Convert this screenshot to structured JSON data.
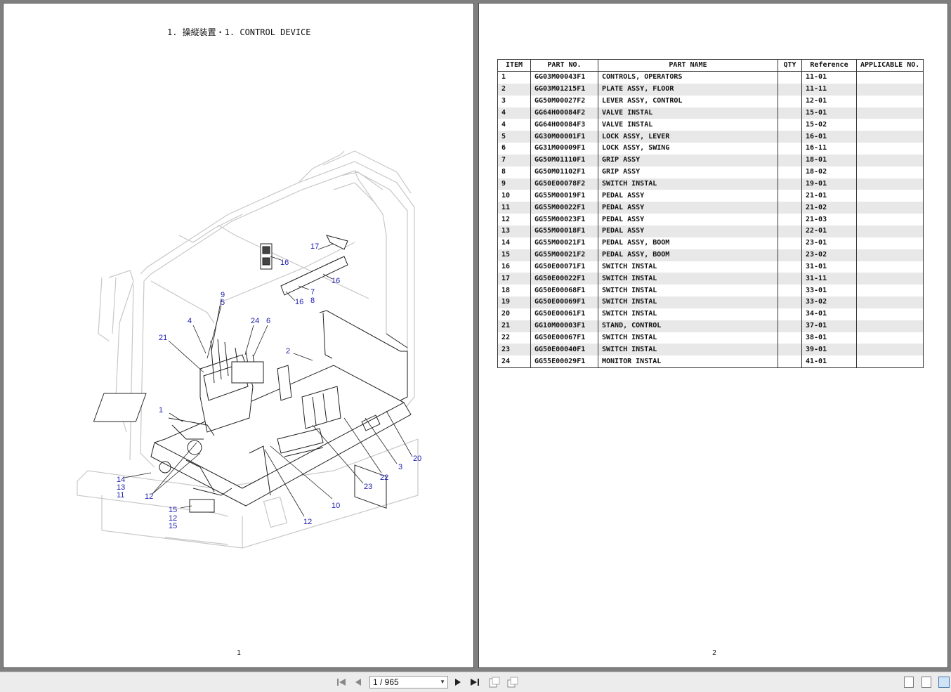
{
  "left_page": {
    "title": "1. 操縦装置・1. CONTROL DEVICE",
    "page_number": "1",
    "callouts": [
      "17",
      "16",
      "16",
      "16",
      "7",
      "8",
      "9",
      "5",
      "4",
      "24",
      "6",
      "21",
      "2",
      "1",
      "20",
      "3",
      "22",
      "23",
      "10",
      "12",
      "14",
      "13",
      "11",
      "12",
      "15"
    ]
  },
  "right_page": {
    "page_number": "2",
    "columns": [
      "ITEM",
      "PART NO.",
      "PART NAME",
      "QTY",
      "Reference",
      "APPLICABLE NO."
    ],
    "rows": [
      [
        "1",
        "GG03M00043F1",
        "CONTROLS, OPERATORS",
        "",
        "11-01",
        ""
      ],
      [
        "2",
        "GG03M01215F1",
        "PLATE ASSY, FLOOR",
        "",
        "11-11",
        ""
      ],
      [
        "3",
        "GG50M00027F2",
        "LEVER ASSY, CONTROL",
        "",
        "12-01",
        ""
      ],
      [
        "4",
        "GG64H00084F2",
        "VALVE INSTAL",
        "",
        "15-01",
        ""
      ],
      [
        "4",
        "GG64H00084F3",
        "VALVE INSTAL",
        "",
        "15-02",
        ""
      ],
      [
        "5",
        "GG30M00001F1",
        "LOCK ASSY, LEVER",
        "",
        "16-01",
        ""
      ],
      [
        "6",
        "GG31M00009F1",
        "LOCK ASSY, SWING",
        "",
        "16-11",
        ""
      ],
      [
        "7",
        "GG50M01110F1",
        "GRIP ASSY",
        "",
        "18-01",
        ""
      ],
      [
        "8",
        "GG50M01102F1",
        "GRIP ASSY",
        "",
        "18-02",
        ""
      ],
      [
        "9",
        "GG50E00078F2",
        "SWITCH INSTAL",
        "",
        "19-01",
        ""
      ],
      [
        "10",
        "GG55M00019F1",
        "PEDAL ASSY",
        "",
        "21-01",
        ""
      ],
      [
        "11",
        "GG55M00022F1",
        "PEDAL ASSY",
        "",
        "21-02",
        ""
      ],
      [
        "12",
        "GG55M00023F1",
        "PEDAL ASSY",
        "",
        "21-03",
        ""
      ],
      [
        "13",
        "GG55M00018F1",
        "PEDAL ASSY",
        "",
        "22-01",
        ""
      ],
      [
        "14",
        "GG55M00021F1",
        "PEDAL ASSY, BOOM",
        "",
        "23-01",
        ""
      ],
      [
        "15",
        "GG55M00021F2",
        "PEDAL ASSY, BOOM",
        "",
        "23-02",
        ""
      ],
      [
        "16",
        "GG50E00071F1",
        "SWITCH INSTAL",
        "",
        "31-01",
        ""
      ],
      [
        "17",
        "GG50E00022F1",
        "SWITCH INSTAL",
        "",
        "31-11",
        ""
      ],
      [
        "18",
        "GG50E00068F1",
        "SWITCH INSTAL",
        "",
        "33-01",
        ""
      ],
      [
        "19",
        "GG50E00069F1",
        "SWITCH INSTAL",
        "",
        "33-02",
        ""
      ],
      [
        "20",
        "GG50E00061F1",
        "SWITCH INSTAL",
        "",
        "34-01",
        ""
      ],
      [
        "21",
        "GG10M00003F1",
        "STAND, CONTROL",
        "",
        "37-01",
        ""
      ],
      [
        "22",
        "GG50E00067F1",
        "SWITCH INSTAL",
        "",
        "38-01",
        ""
      ],
      [
        "23",
        "GG50E00040F1",
        "SWITCH INSTAL",
        "",
        "39-01",
        ""
      ],
      [
        "24",
        "GG55E00029F1",
        "MONITOR INSTAL",
        "",
        "41-01",
        ""
      ]
    ]
  },
  "toolbar": {
    "page_indicator": "1 / 965",
    "icons": [
      "first-page-icon",
      "prev-page-icon",
      "next-page-icon",
      "last-page-icon",
      "fit-page-icon",
      "fit-width-icon",
      "single-page-view-icon",
      "continuous-view-icon",
      "two-page-view-icon"
    ]
  }
}
